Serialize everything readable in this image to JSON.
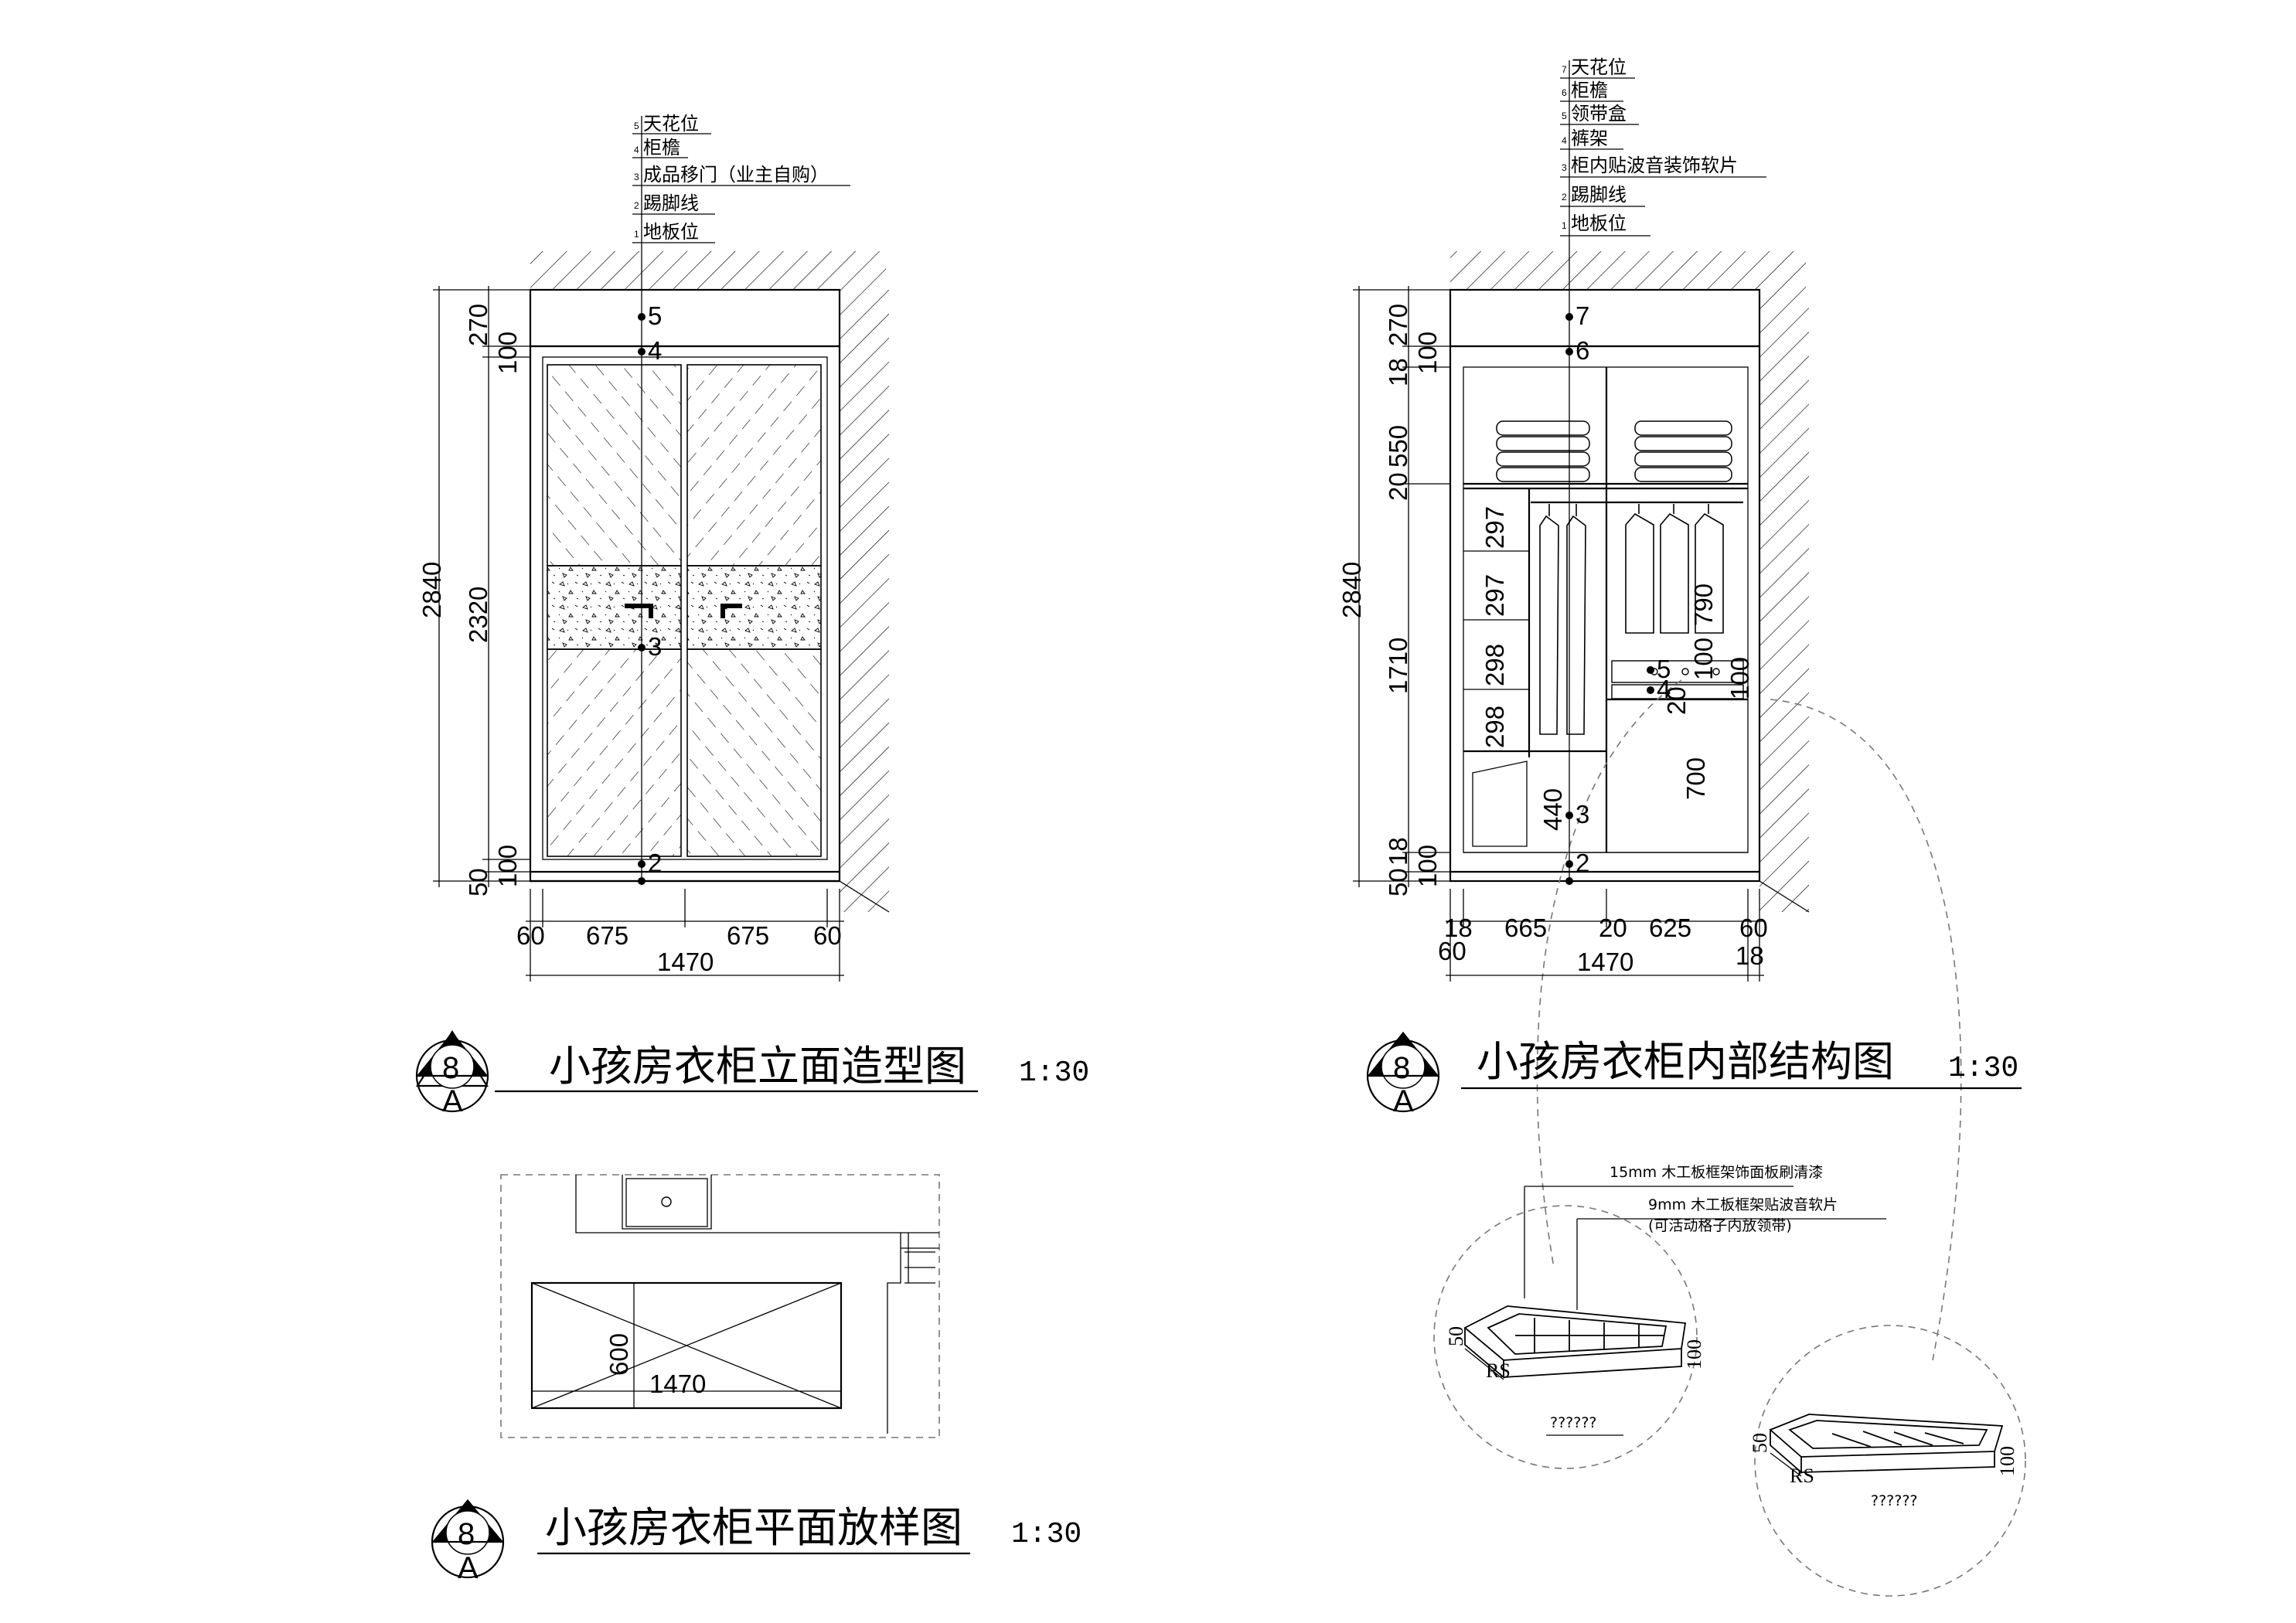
{
  "left_elevation": {
    "labels": [
      {
        "num": "5",
        "text": "天花位"
      },
      {
        "num": "4",
        "text": "柜檐"
      },
      {
        "num": "3",
        "text": "成品移门（业主自购）"
      },
      {
        "num": "2",
        "text": "踢脚线"
      },
      {
        "num": "1",
        "text": "地板位"
      }
    ],
    "points": [
      "5",
      "4",
      "3",
      "2"
    ],
    "vdims": [
      "270",
      "100",
      "2320",
      "100",
      "50"
    ],
    "total_height": "2840",
    "hdims": [
      "60",
      "675",
      "675",
      "60"
    ],
    "total_width": "1470",
    "title": "小孩房衣柜立面造型图",
    "scale": "1:30",
    "symbol": {
      "top": "8",
      "bottom": "A"
    }
  },
  "right_elevation": {
    "labels": [
      {
        "num": "7",
        "text": "天花位"
      },
      {
        "num": "6",
        "text": "柜檐"
      },
      {
        "num": "5",
        "text": "领带盒"
      },
      {
        "num": "4",
        "text": "裤架"
      },
      {
        "num": "3",
        "text": "柜内贴波音装饰软片"
      },
      {
        "num": "2",
        "text": "踢脚线"
      },
      {
        "num": "1",
        "text": "地板位"
      }
    ],
    "points": [
      "7",
      "6",
      "5",
      "4",
      "3",
      "2"
    ],
    "vdims": [
      "270",
      "100",
      "18",
      "550",
      "20",
      "1710",
      "18",
      "100",
      "50"
    ],
    "total_height": "2840",
    "inner_dims": [
      "297",
      "297",
      "298",
      "298",
      "440",
      "790",
      "100",
      "20",
      "100",
      "700"
    ],
    "hdims": [
      "18",
      "665",
      "20",
      "625",
      "60"
    ],
    "hdims_lower": [
      "60",
      "18"
    ],
    "total_width": "1470",
    "title": "小孩房衣柜内部结构图",
    "scale": "1:30",
    "symbol": {
      "top": "8",
      "bottom": "A"
    }
  },
  "plan": {
    "dims": [
      "600",
      "1470"
    ],
    "title": "小孩房衣柜平面放样图",
    "scale": "1:30",
    "symbol": {
      "top": "8",
      "bottom": "A"
    }
  },
  "details": {
    "note1": "15mm 木工板框架饰面板刷清漆",
    "note2": "9mm 木工板框架贴波音软片",
    "note3": "(可活动格子内放领带)",
    "a": {
      "h": "50",
      "w": "100",
      "r": "RS",
      "caption": "??????"
    },
    "b": {
      "h": "50",
      "w": "100",
      "r": "RS",
      "caption": "??????"
    }
  }
}
